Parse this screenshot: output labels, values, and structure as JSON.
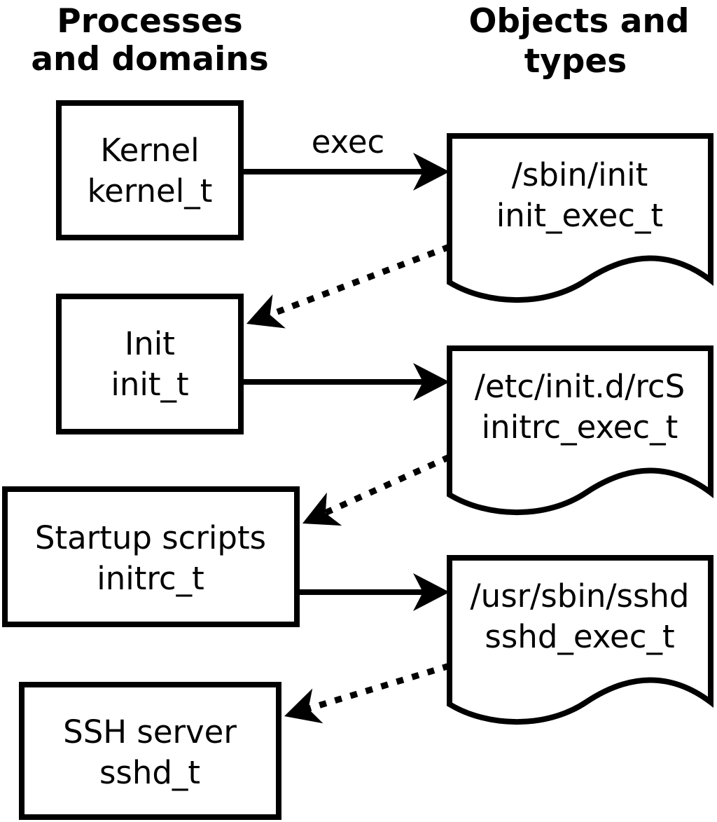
{
  "diagram": {
    "title_meaning": "SELinux domain transitions from kernel to sshd",
    "column_headers": {
      "left": {
        "line1": "Processes",
        "line2": "and domains"
      },
      "right": {
        "line1": "Objects and",
        "line2": "types"
      }
    },
    "process_nodes": [
      {
        "name": "Kernel",
        "domain": "kernel_t"
      },
      {
        "name": "Init",
        "domain": "init_t"
      },
      {
        "name": "Startup scripts",
        "domain": "initrc_t"
      },
      {
        "name": "SSH server",
        "domain": "sshd_t"
      }
    ],
    "object_nodes": [
      {
        "path": "/sbin/init",
        "type": "init_exec_t"
      },
      {
        "path": "/etc/init.d/rcS",
        "type": "initrc_exec_t"
      },
      {
        "path": "/usr/sbin/sshd",
        "type": "sshd_exec_t"
      }
    ],
    "edge_labels": {
      "exec": "exec"
    },
    "colors": {
      "ink": "#000000",
      "background": "#ffffff"
    }
  }
}
